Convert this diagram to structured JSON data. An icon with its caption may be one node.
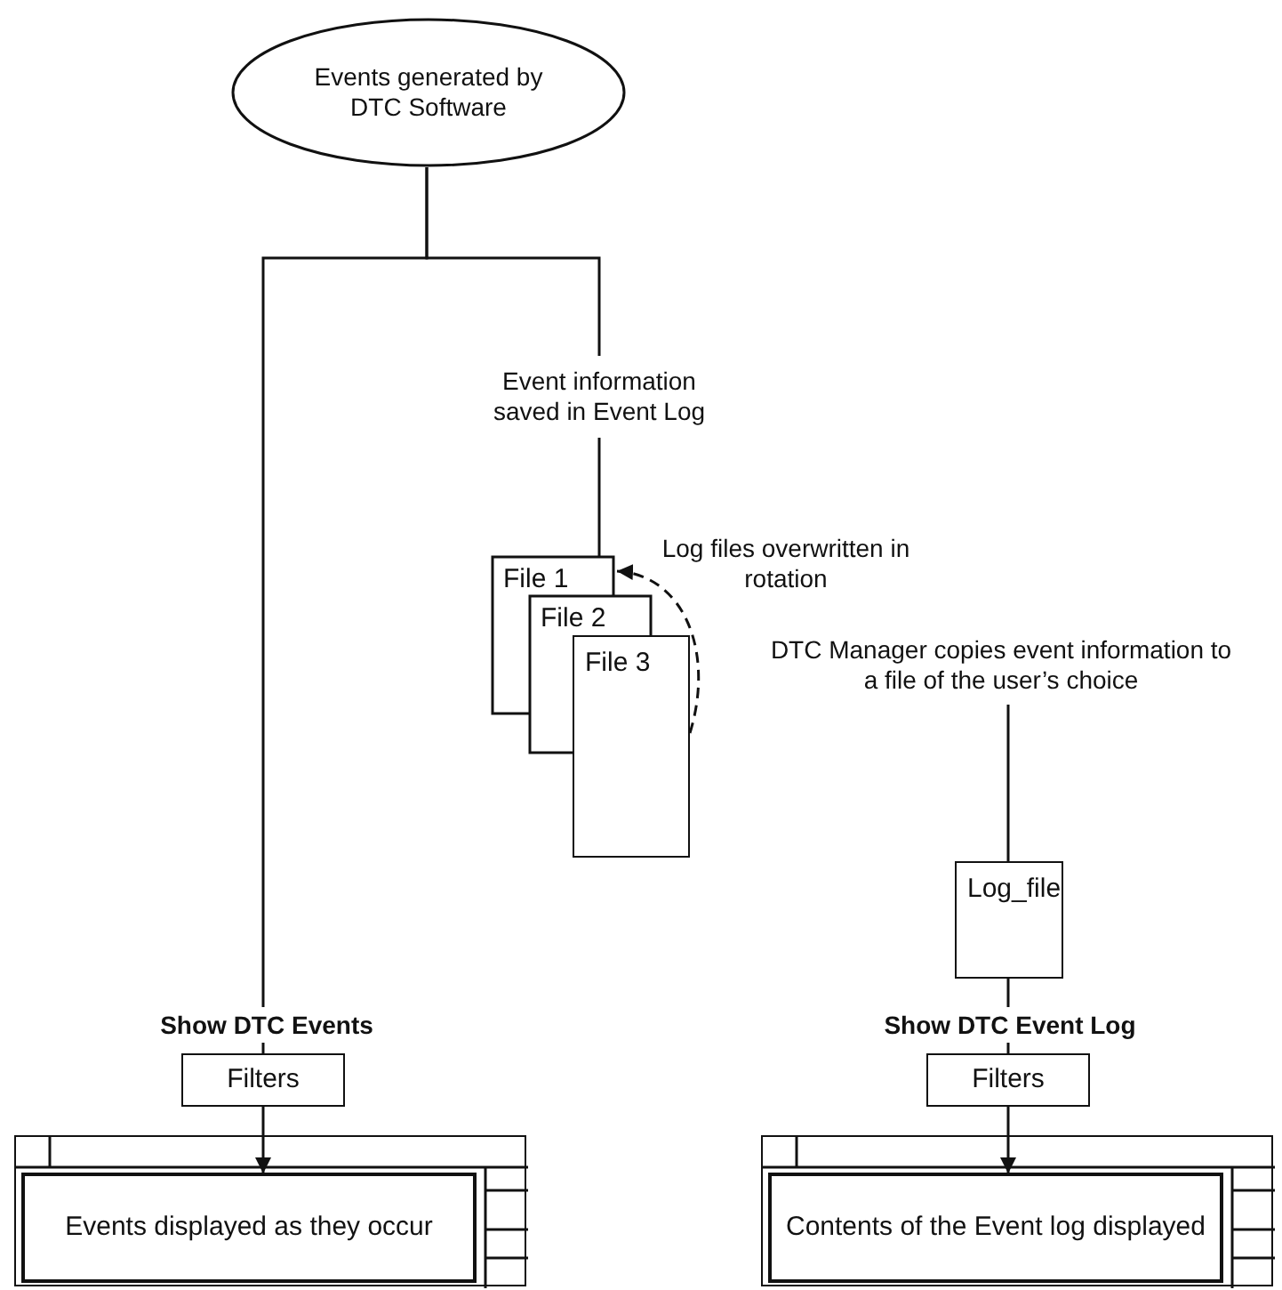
{
  "diagram": {
    "nodes": [
      {
        "text": [
          "Events generated by DTC Software"
        ]
      },
      {
        "text": [
          "Event information saved in Event Log"
        ]
      },
      {
        "text": [
          "File 1"
        ]
      },
      {
        "text": [
          "File 2"
        ]
      },
      {
        "text": [
          "File 3"
        ]
      },
      {
        "text": [
          "DTC Manager copies event information to a file of the user’s choice"
        ]
      },
      {
        "text": [
          "Log_file"
        ]
      },
      {
        "text": [
          "Show DTC Events"
        ]
      },
      {
        "text": [
          "Filters"
        ]
      },
      {
        "text": [],
        "shape": "window"
      },
      {
        "text": [
          "Events displayed as they occur"
        ],
        "in": 9
      },
      {
        "text": [
          "Show DTC Event Log"
        ]
      },
      {
        "text": [
          "Filters"
        ]
      },
      {
        "text": [],
        "shape": "window"
      },
      {
        "text": [
          "Contents of the Event log displayed"
        ],
        "in": 13
      }
    ],
    "edges": [
      {
        "from": 0,
        "to": 1,
        "arrow": "none"
      },
      {
        "from": 0,
        "to": 7,
        "arrow": "none"
      },
      {
        "from": 1,
        "to": 2,
        "arrow": "none"
      },
      {
        "from": 5,
        "to": 6,
        "arrow": "none"
      },
      {
        "from": 6,
        "to": 11,
        "arrow": "none"
      },
      {
        "from": 7,
        "to": 8,
        "arrow": "none"
      },
      {
        "from": 8,
        "to": 10,
        "arrow": "to"
      },
      {
        "from": 11,
        "to": 12,
        "arrow": "none"
      },
      {
        "from": 12,
        "to": 14,
        "arrow": "to"
      },
      {
        "from": 4,
        "to": 2,
        "arrow": "to",
        "style": "dashed"
      }
    ],
    "labels": [
      "Log files overwritten in rotation"
    ]
  }
}
